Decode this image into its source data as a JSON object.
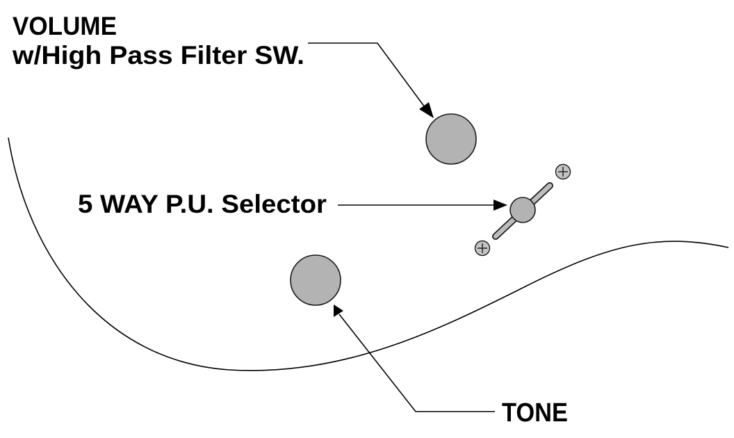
{
  "labels": {
    "volume_line1": "VOLUME",
    "volume_line2": "w/High Pass Filter SW.",
    "selector": "5 WAY P.U. Selector",
    "tone": "TONE"
  },
  "colors": {
    "background": "#ffffff",
    "outline": "#000000",
    "knob_fill": "#b3b3b3",
    "selector_fill": "#b3b3b3",
    "screw_fill": "#c4c4c4"
  }
}
